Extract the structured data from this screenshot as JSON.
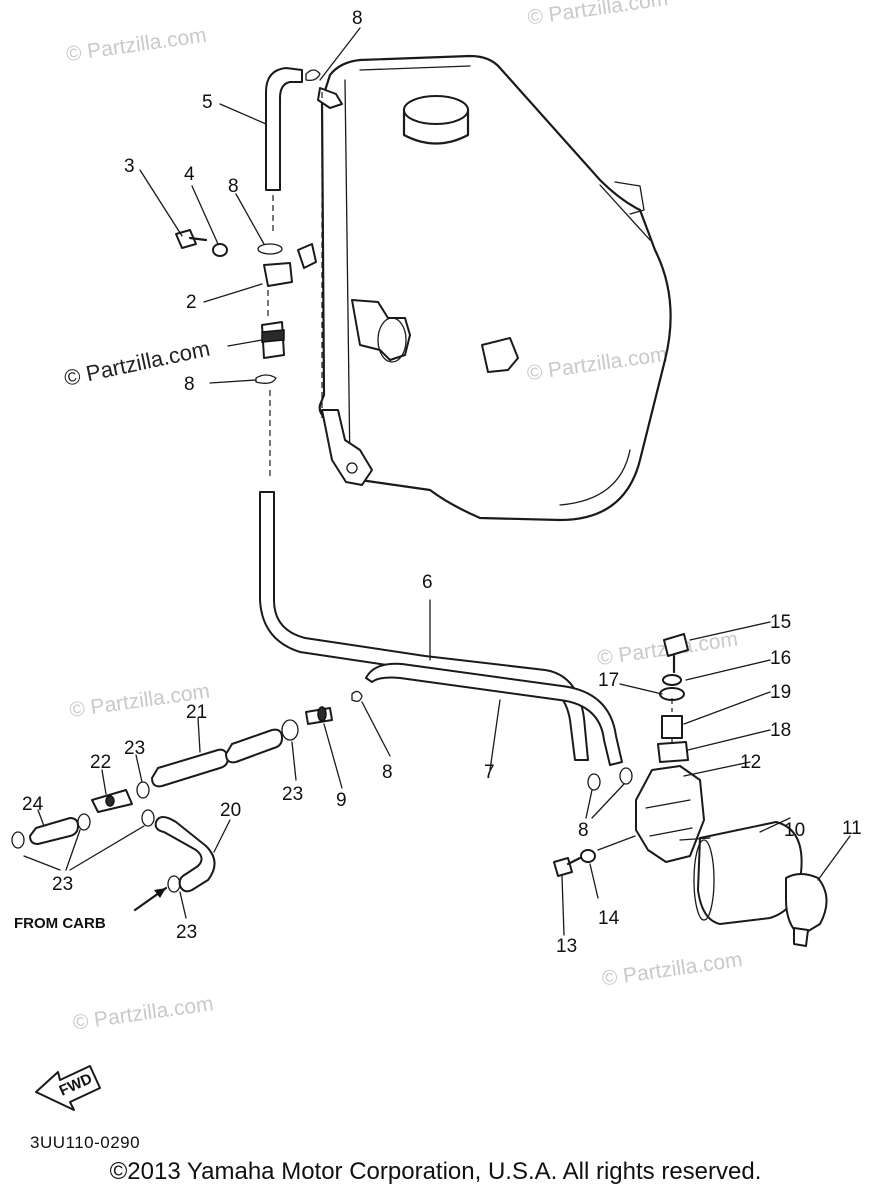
{
  "watermark": "© Partzilla.com",
  "diagram_code": "3UU110-0290",
  "copyright": "©2013 Yamaha Motor Corporation, U.S.A. All rights reserved.",
  "note_from_carb": "FROM CARB",
  "fwd_label": "FWD",
  "callouts": {
    "c1": "8",
    "c2": "5",
    "c3": "3",
    "c4": "4",
    "c5": "8",
    "c6": "2",
    "c7": "8",
    "c8": "6",
    "c9": "15",
    "c10": "16",
    "c11": "17",
    "c12": "19",
    "c13": "18",
    "c14": "12",
    "c15": "10",
    "c16": "11",
    "c17": "21",
    "c18": "22",
    "c19": "23",
    "c20": "24",
    "c21": "23",
    "c22": "9",
    "c23": "8",
    "c24": "7",
    "c25": "20",
    "c26": "23",
    "c27": "23",
    "c28": "8",
    "c29": "14",
    "c30": "13"
  }
}
